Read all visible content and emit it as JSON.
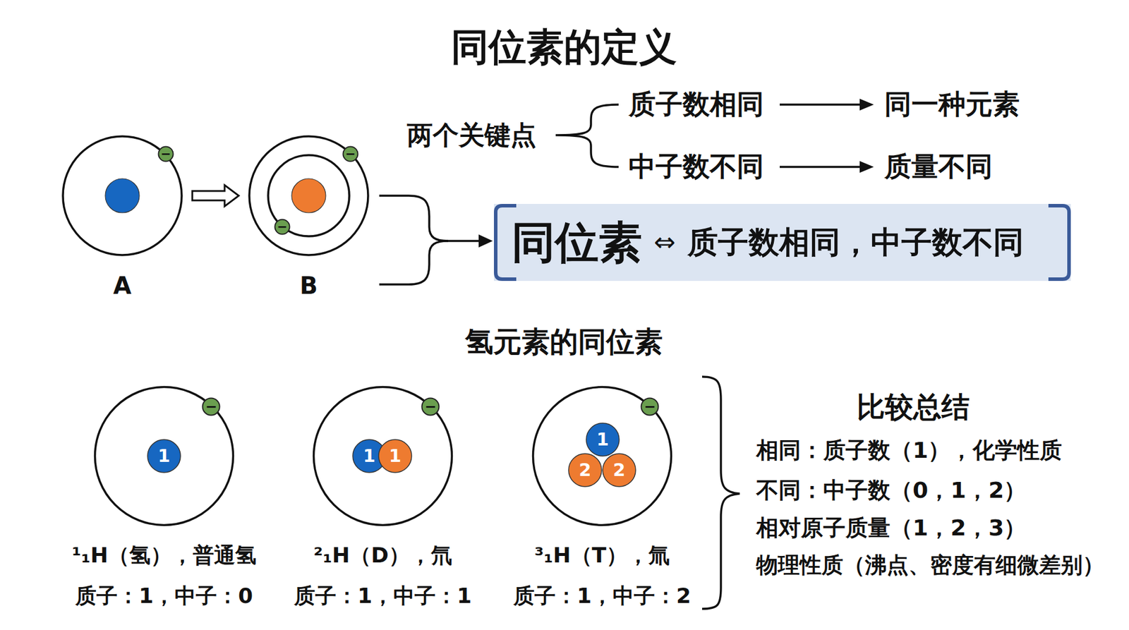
{
  "diagram": {
    "title": "同位素的定义",
    "nodes": [
      {
        "text": [
          "A"
        ]
      },
      {
        "text": [
          "−"
        ],
        "in": 0
      },
      {
        "text": [
          "B"
        ]
      },
      {
        "text": [
          "−"
        ],
        "in": 2
      },
      {
        "text": [
          "−"
        ],
        "in": 2
      },
      {
        "text": [
          "同位素",
          "⇔",
          "质子数相同，中子数不同"
        ]
      },
      {
        "text": [
          "¹₁H（氢），普通氢",
          "质子：1，中子：0"
        ]
      },
      {
        "text": [
          "−"
        ],
        "in": 6
      },
      {
        "text": [
          "1"
        ],
        "in": 6
      },
      {
        "text": [
          "²₁H（D），氘",
          "质子：1，中子：1"
        ]
      },
      {
        "text": [
          "−"
        ],
        "in": 9
      },
      {
        "text": [
          "1"
        ],
        "in": 9
      },
      {
        "text": [
          "1"
        ],
        "in": 9
      },
      {
        "text": [
          "³₁H（T），氚",
          "质子：1，中子：2"
        ]
      },
      {
        "text": [
          "−"
        ],
        "in": 13
      },
      {
        "text": [
          "1"
        ],
        "in": 13
      },
      {
        "text": [
          "2"
        ],
        "in": 13
      },
      {
        "text": [
          "2"
        ],
        "in": 13
      }
    ],
    "edges": [
      {
        "from": 0,
        "to": 2,
        "arrow": "to"
      }
    ],
    "labels": [
      "两个关键点",
      "质子数相同",
      "同一种元素",
      "中子数不同",
      "质量不同",
      "氢元素的同位素",
      "比较总结",
      "相同：质子数（1），化学性质",
      "不同：中子数（0，1，2）",
      "相对原子质量（1，2，3）",
      "物理性质（沸点、密度有细微差别）"
    ]
  }
}
